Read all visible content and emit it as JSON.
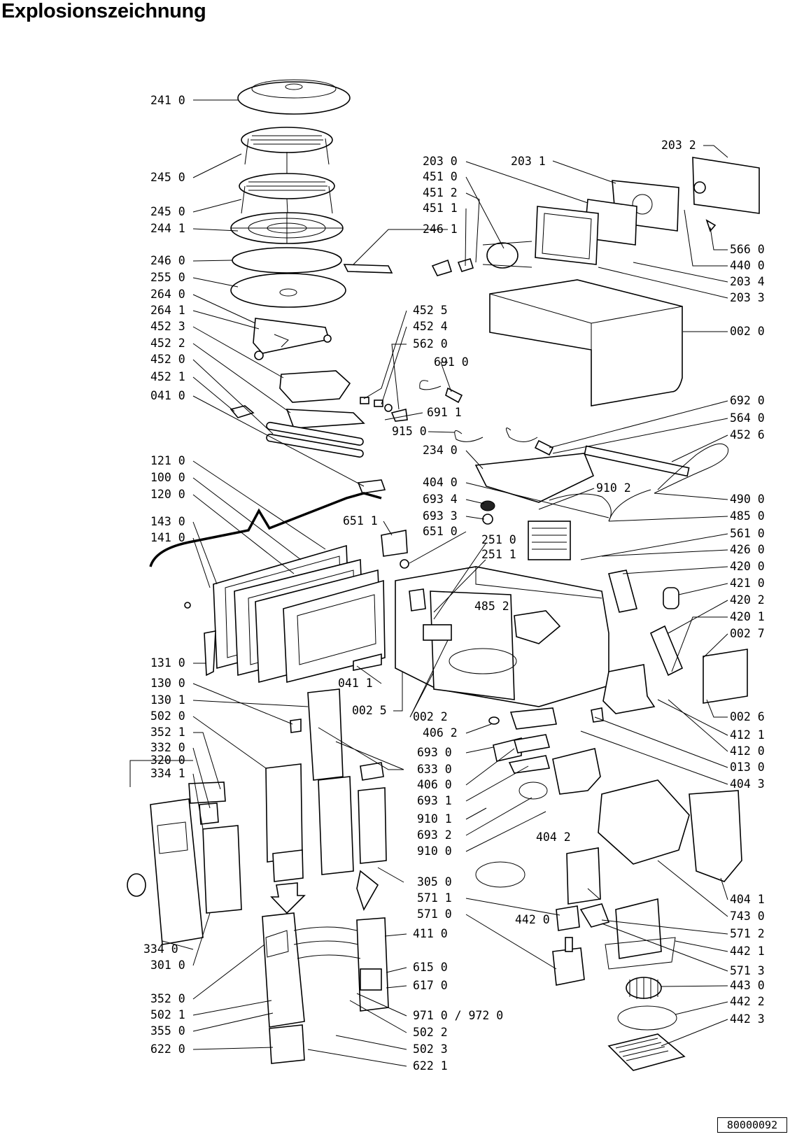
{
  "title": "Explosionszeichnung",
  "drawing_number": "80000092",
  "callouts": [
    "241 0",
    "245 0",
    "245 0",
    "244 1",
    "246 0",
    "255 0",
    "264 0",
    "264 1",
    "452 3",
    "452 2",
    "452 0",
    "452 1",
    "041 0",
    "121 0",
    "100 0",
    "120 0",
    "143 0",
    "141 0",
    "131 0",
    "130 0",
    "130 1",
    "502 0",
    "352 1",
    "332 0",
    "320 0",
    "334 1",
    "334 0",
    "301 0",
    "352 0",
    "502 1",
    "355 0",
    "622 0",
    "246 1",
    "452 5",
    "452 4",
    "562 0",
    "691 0",
    "691 1",
    "915 0",
    "234 0",
    "404 0",
    "693 4",
    "693 3",
    "651 1",
    "651 0",
    "251 0",
    "251 1",
    "485 2",
    "041 1",
    "002 5",
    "002 2",
    "406 2",
    "693 0",
    "633 0",
    "406 0",
    "693 1",
    "910 1",
    "693 2",
    "910 0",
    "305 0",
    "571 1",
    "571 0",
    "411 0",
    "615 0",
    "617 0",
    "971 0 / 972 0",
    "502 2",
    "502 3",
    "622 1",
    "442 0",
    "404 2",
    "203 0",
    "451 0",
    "451 2",
    "451 1",
    "203 1",
    "203 2",
    "566 0",
    "440 0",
    "203 4",
    "203 3",
    "002 0",
    "692 0",
    "564 0",
    "452 6",
    "910 2",
    "490 0",
    "485 0",
    "561 0",
    "426 0",
    "420 0",
    "421 0",
    "420 2",
    "420 1",
    "002 7",
    "002 6",
    "412 1",
    "412 0",
    "013 0",
    "404 3",
    "404 1",
    "743 0",
    "571 2",
    "442 1",
    "571 3",
    "443 0",
    "442 2",
    "442 3"
  ]
}
